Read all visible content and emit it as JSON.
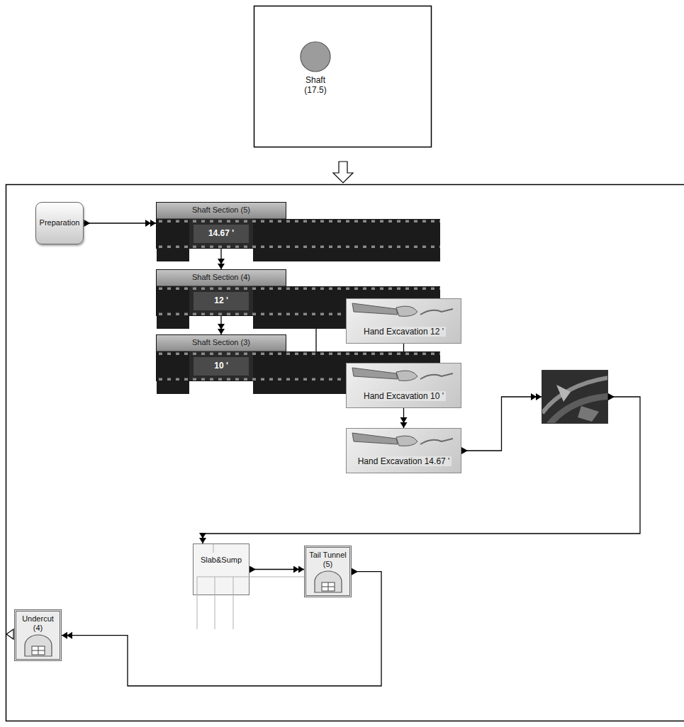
{
  "diagram": {
    "nodes": [
      {
        "text": [
          "Shaft (17.5)"
        ]
      },
      {
        "text": [
          "Preparation"
        ]
      },
      {
        "text": [
          "Shaft Section (5)",
          "14.67 '"
        ]
      },
      {
        "text": [
          "Shaft Section (4)",
          "12 '"
        ]
      },
      {
        "text": [
          "Shaft Section (3)",
          "10 '"
        ]
      },
      {
        "text": [
          "Hand Excavation 12 '"
        ]
      },
      {
        "text": [
          "Hand Excavation 10 '"
        ]
      },
      {
        "text": [
          "Hand Excavation 14.67 '"
        ]
      },
      {
        "text": []
      },
      {
        "text": [
          "Slab&Sump"
        ]
      },
      {
        "text": [
          "Tail Tunnel (5)"
        ]
      },
      {
        "text": [
          "Undercut (4)"
        ]
      }
    ],
    "edges": [
      {
        "from": 1,
        "to": 2,
        "arrow": "to"
      },
      {
        "from": 2,
        "to": 3,
        "arrow": "to"
      },
      {
        "from": 3,
        "to": 4,
        "arrow": "to"
      },
      {
        "from": 4,
        "to": 5,
        "arrow": "to"
      },
      {
        "from": 5,
        "to": 6,
        "arrow": "to"
      },
      {
        "from": 6,
        "to": 7,
        "arrow": "to"
      },
      {
        "from": 7,
        "to": 8,
        "arrow": "to"
      },
      {
        "from": 8,
        "to": 9,
        "arrow": "to"
      },
      {
        "from": 9,
        "to": 10,
        "arrow": "to"
      },
      {
        "from": 10,
        "to": 11,
        "arrow": "to"
      }
    ]
  }
}
